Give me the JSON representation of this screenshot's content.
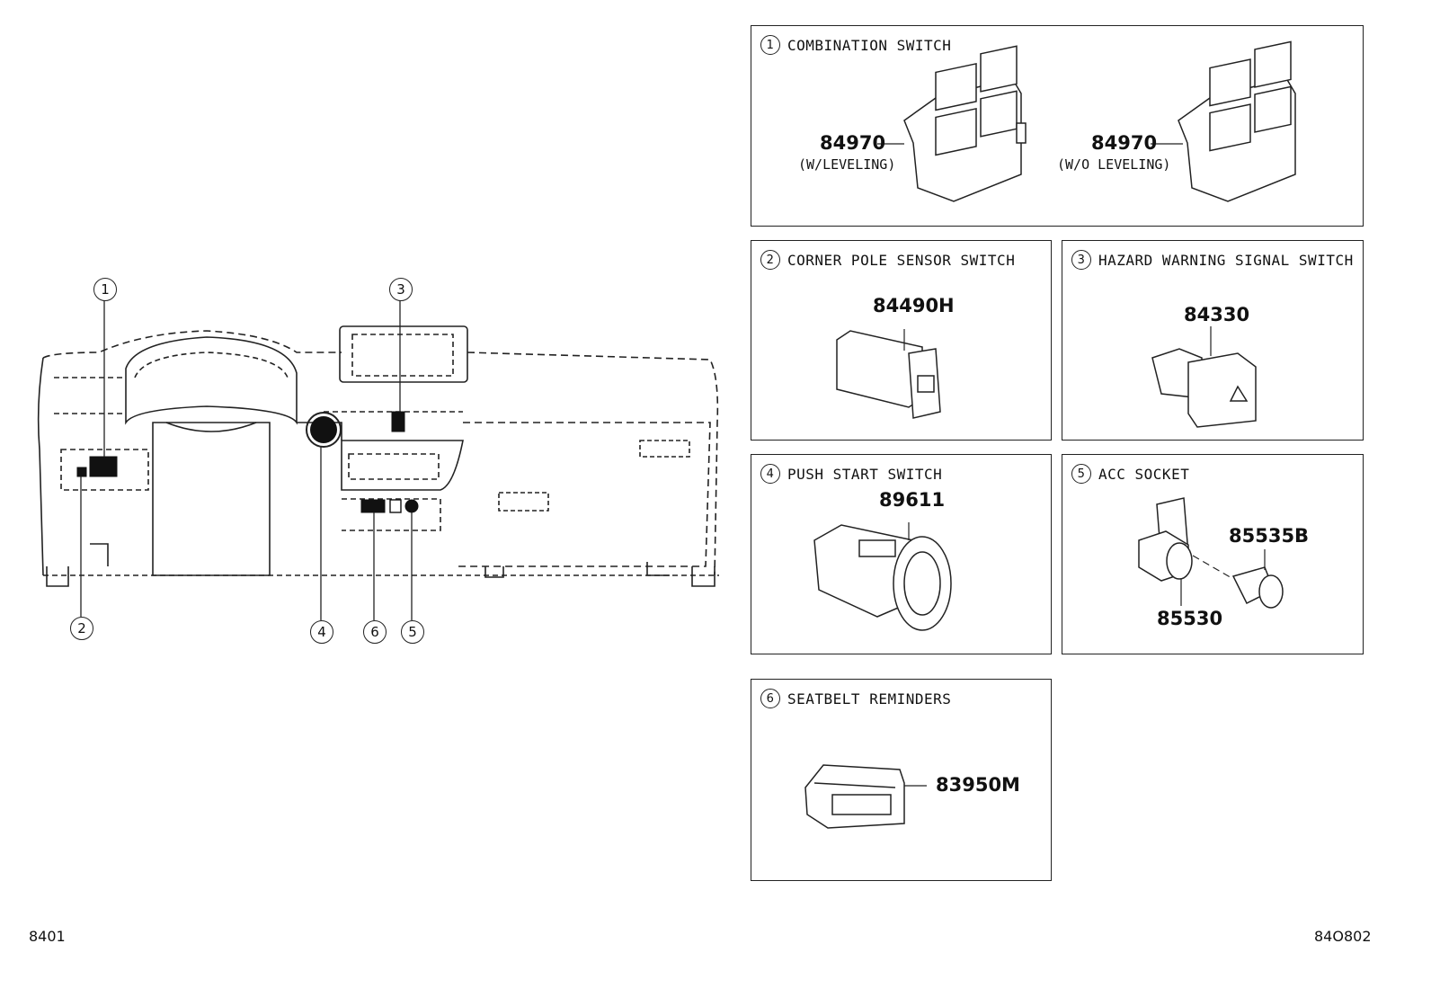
{
  "callouts": [
    "1",
    "2",
    "3",
    "4",
    "5",
    "6"
  ],
  "panels": {
    "combination": {
      "num": "1",
      "title": "COMBINATION SWITCH",
      "parts": [
        {
          "pn": "84970",
          "note": "(W/LEVELING)"
        },
        {
          "pn": "84970",
          "note": "(W/O LEVELING)"
        }
      ]
    },
    "corner": {
      "num": "2",
      "title": "CORNER POLE SENSOR SWITCH",
      "pn": "84490H"
    },
    "hazard": {
      "num": "3",
      "title": "HAZARD WARNING SIGNAL SWITCH",
      "pn": "84330"
    },
    "push": {
      "num": "4",
      "title": "PUSH START SWITCH",
      "pn": "89611"
    },
    "acc": {
      "num": "5",
      "title": "ACC SOCKET",
      "pn_plug": "85535B",
      "pn_socket": "85530"
    },
    "seatbelt": {
      "num": "6",
      "title": "SEATBELT REMINDERS",
      "pn": "83950M"
    }
  },
  "footer": {
    "left": "8401",
    "right": "84O802"
  }
}
